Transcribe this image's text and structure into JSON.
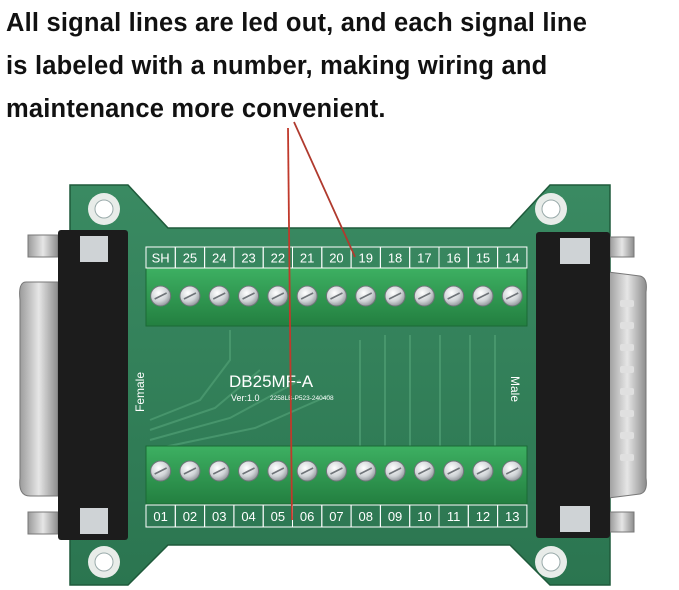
{
  "caption": {
    "line1": "All signal lines are led out, and each signal line",
    "line2": "is labeled with a number, making wiring and",
    "line3": "maintenance more convenient."
  },
  "board": {
    "model": "DB25MF-A",
    "version": "Ver:1.0",
    "serial": "2258LB-P523-240408",
    "left_side_label": "Female",
    "right_side_label": "Male"
  },
  "terminals": {
    "top": [
      "SH",
      "25",
      "24",
      "23",
      "22",
      "21",
      "20",
      "19",
      "18",
      "17",
      "16",
      "15",
      "14"
    ],
    "bottom": [
      "01",
      "02",
      "03",
      "04",
      "05",
      "06",
      "07",
      "08",
      "09",
      "10",
      "11",
      "12",
      "13"
    ]
  },
  "colors": {
    "pcb": "#2f7d56",
    "terminal_block": "#2e9a4e",
    "pointer_line": "#c0392b",
    "connector_body": "#1c1c1c"
  }
}
